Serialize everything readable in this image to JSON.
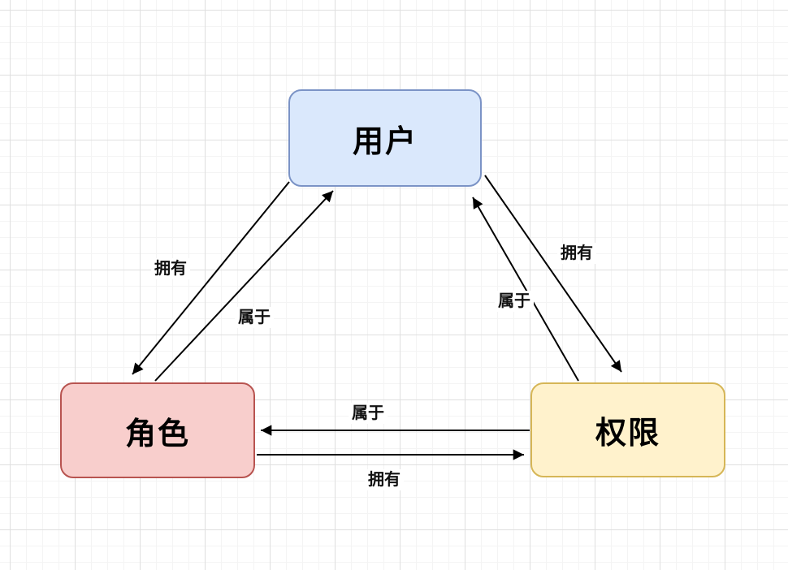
{
  "canvas": {
    "background_color": "#ffffff",
    "grid_minor_color": "#f4f4f4",
    "grid_major_color": "#dfdfdf",
    "arrow_color": "#000000"
  },
  "nodes": [
    {
      "id": "user",
      "label": "用户",
      "fill": "#dae8fc",
      "border": "#7b93c6"
    },
    {
      "id": "role",
      "label": "角色",
      "fill": "#f8cecc",
      "border": "#b85450"
    },
    {
      "id": "permission",
      "label": "权限",
      "fill": "#fff2cc",
      "border": "#d6b656"
    }
  ],
  "edges": [
    {
      "from": "user",
      "to": "role",
      "label": "拥有"
    },
    {
      "from": "role",
      "to": "user",
      "label": "属于"
    },
    {
      "from": "user",
      "to": "permission",
      "label": "拥有"
    },
    {
      "from": "permission",
      "to": "user",
      "label": "属于"
    },
    {
      "from": "permission",
      "to": "role",
      "label": "属于"
    },
    {
      "from": "role",
      "to": "permission",
      "label": "拥有"
    }
  ]
}
